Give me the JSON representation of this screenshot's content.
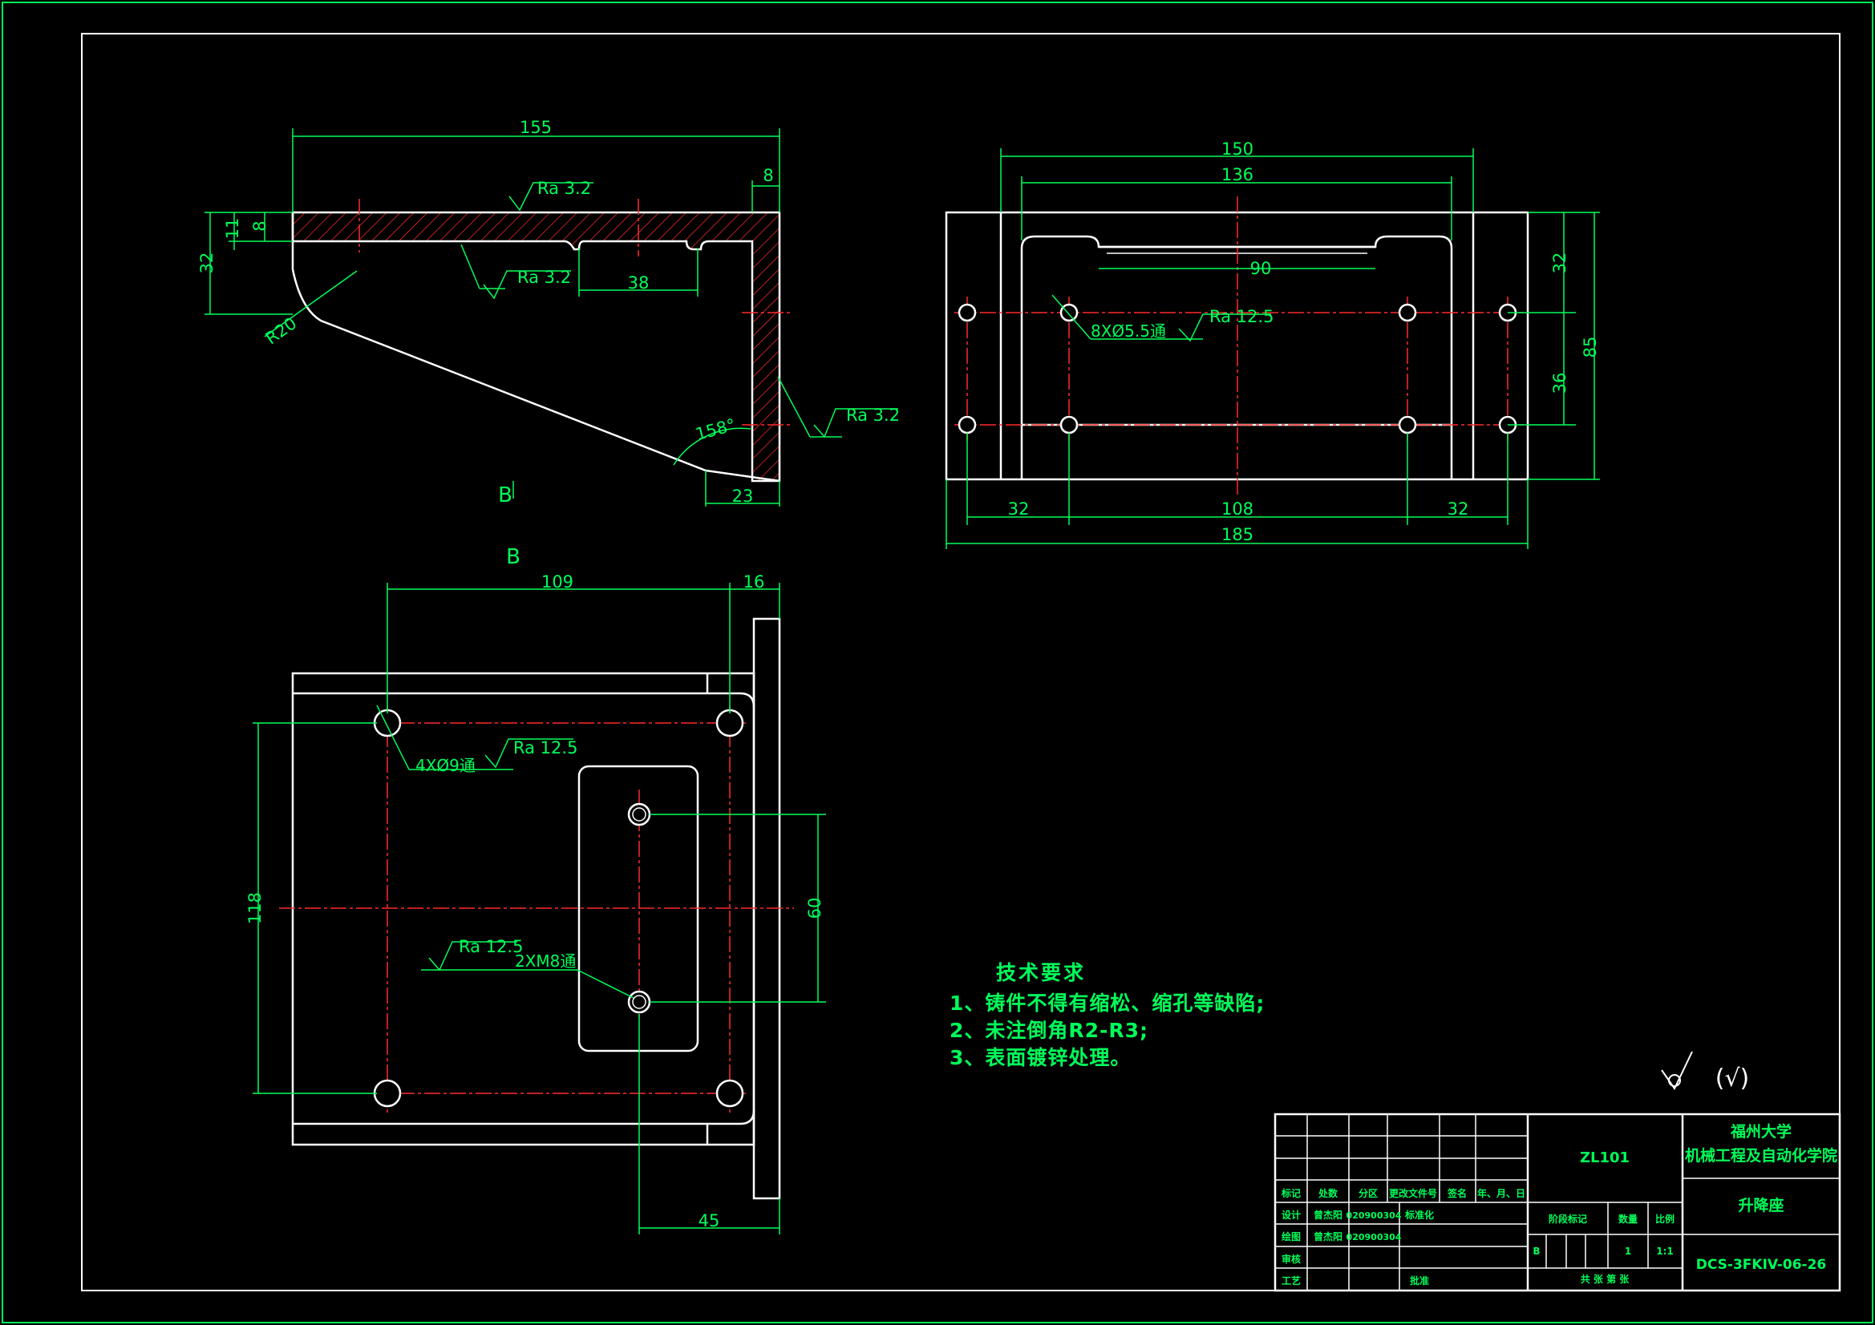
{
  "dims": {
    "d155": "155",
    "d8a": "8",
    "d11": "11",
    "d8b": "8",
    "d32a": "32",
    "r20": "R20",
    "d38": "38",
    "d23": "23",
    "a158": "158°",
    "d150": "150",
    "d136": "136",
    "d90": "90",
    "d32b": "32",
    "d36": "36",
    "d85": "85",
    "d32c": "32",
    "d108": "108",
    "d32d": "32",
    "d185": "185",
    "d109": "109",
    "d16": "16",
    "d118": "118",
    "d60": "60",
    "d45": "45"
  },
  "roughness": {
    "r1": "Ra 3.2",
    "r2": "Ra 3.2",
    "r3": "Ra 3.2",
    "r4": "Ra 12.5",
    "r5": "Ra 12.5",
    "r6": "Ra 12.5"
  },
  "holes": {
    "h1": "8XØ5.5通",
    "h2": "4XØ9通",
    "h3": "2XM8通"
  },
  "views": {
    "arrow": "B",
    "view_b": "B"
  },
  "tech": {
    "title": "技术要求",
    "lines": [
      "1、铸件不得有缩松、缩孔等缺陷;",
      "2、未注倒角R2-R3;",
      "3、表面镀锌处理。"
    ]
  },
  "symbol": "(√)",
  "title_block": {
    "material": "ZL101",
    "school": "福州大学",
    "college": "机械工程及自动化学院",
    "part_name": "升降座",
    "drawing_no": "DCS-3FKIV-06-26",
    "h_mark": "标记",
    "h_count": "处数",
    "h_zone": "分区",
    "h_doc": "更改文件号",
    "h_sign": "签名",
    "h_date": "年、月、日",
    "design": "设计",
    "draw": "绘图",
    "check": "审核",
    "process": "工艺",
    "designer": "曾杰阳",
    "drafter": "曾杰阳",
    "id1": "020900304",
    "id2": "020900304",
    "standard": "标准化",
    "approve": "批准",
    "stage": "阶段标记",
    "qty": "数量",
    "scale": "比例",
    "stage_val": "B",
    "qty_val": "1",
    "scale_val": "1:1",
    "sheets": "共    张    第    张"
  },
  "colors": {
    "line": "#ffffff",
    "dim": "#00ff5a",
    "center": "#ff2a2a",
    "frame": "#00ff5a"
  }
}
